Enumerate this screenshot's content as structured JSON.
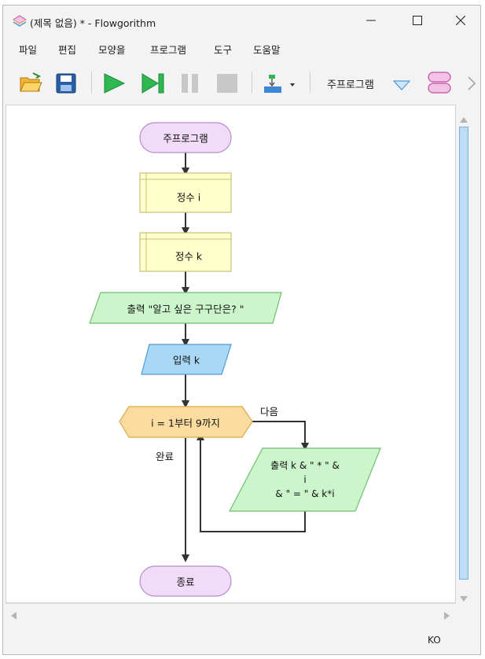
{
  "window": {
    "title": "(제목 없음) * - Flowgorithm"
  },
  "menu": {
    "items": [
      "파일",
      "편집",
      "모양을",
      "프로그램",
      "도구",
      "도움말"
    ]
  },
  "toolbar": {
    "function_selector": "주프로그램",
    "icons": [
      "open-folder-icon",
      "save-icon",
      "run-icon",
      "step-icon",
      "pause-icon",
      "stop-icon",
      "layout-icon"
    ]
  },
  "flowchart": {
    "start": "주프로그램",
    "declare_i": "정수 i",
    "declare_k": "정수 k",
    "output_prompt": "출력 \"알고 싶은 구구단은? \"",
    "input_k": "입력 k",
    "loop": "i = 1부터 9까지",
    "loop_next_label": "다음",
    "loop_done_label": "완료",
    "output_line1": "출력 k & \" * \" &",
    "output_line2": "i",
    "output_line3": "& \" = \" & k*i",
    "end": "종료"
  },
  "status": {
    "text": "KO"
  },
  "colors": {
    "terminal_fill": "#f0dcf8",
    "terminal_stroke": "#b58ed0",
    "declare_fill": "#ffffcc",
    "declare_stroke": "#c9c07a",
    "output_fill": "#ccf5cc",
    "output_stroke": "#6fbf6f",
    "input_fill": "#a9d8f7",
    "input_stroke": "#4e9ad6",
    "loop_fill": "#fbdca0",
    "loop_stroke": "#d9a94a",
    "scroll_thumb": "#bfdcf6"
  }
}
